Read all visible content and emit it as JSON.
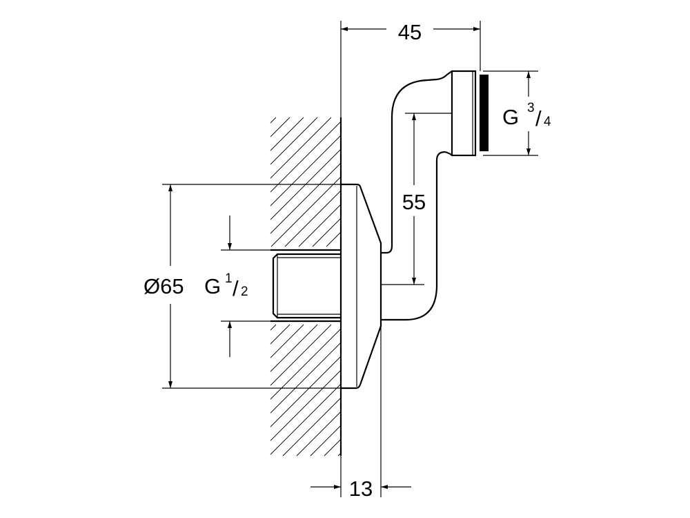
{
  "drawing": {
    "dim_width_total": "45",
    "dim_outlet_thread_prefix": "G",
    "dim_outlet_thread_num": "3",
    "dim_outlet_thread_den": "4",
    "dim_offset": "55",
    "dim_rosette_diameter": "Ø65",
    "dim_inlet_thread_prefix": "G",
    "dim_inlet_thread_num": "1",
    "dim_inlet_thread_den": "2",
    "dim_projection": "13"
  }
}
